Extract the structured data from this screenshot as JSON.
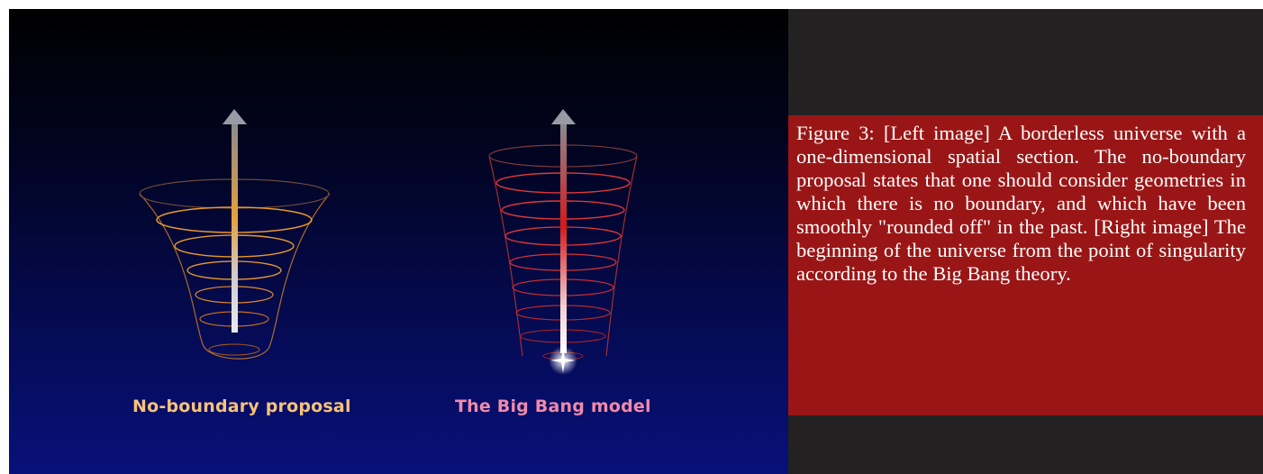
{
  "diagrams": {
    "left_label": "No-boundary proposal",
    "right_label": "The Big Bang model",
    "left_color": "#f7c27a",
    "right_color": "#f08aa8",
    "left_ring_color": "#e89a2c",
    "right_ring_color": "#e0383a"
  },
  "caption": {
    "text": "Figure 3: [Left image] A borderless universe with a one-dimensional spatial section. The no-boundary proposal states that one should consider geometries in which there is no boundary, and which have been smoothly \"rounded off\" in the past. [Right image] The beginning of the universe from the point of singularity according to the Big Bang theory.",
    "background": "#9a1616"
  }
}
